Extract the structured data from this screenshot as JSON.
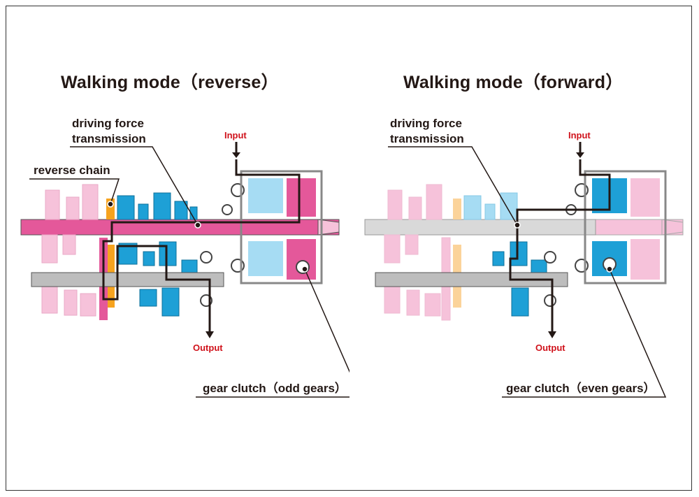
{
  "colors": {
    "odd_gears": "#e4589a",
    "odd_gears_faded": "#f6c2da",
    "even_gears": "#1ea0d6",
    "even_gears_faded": "#a6dcf3",
    "shaft": "#bdbdbd",
    "chain": "#f6a31f",
    "chain_faded": "#fbd39a",
    "power_path": "#231815",
    "red_text": "#d0121b"
  },
  "panels": [
    {
      "title": "Walking mode（reverse）",
      "driving_force_label_line1": "driving force",
      "driving_force_label_line2": "transmission",
      "reverse_chain_label": "reverse chain",
      "input_label": "Input",
      "output_label": "Output",
      "clutch_label": "gear clutch（odd gears）"
    },
    {
      "title": "Walking mode（forward）",
      "driving_force_label_line1": "driving force",
      "driving_force_label_line2": "transmission",
      "input_label": "Input",
      "output_label": "Output",
      "clutch_label": "gear clutch（even gears）"
    }
  ]
}
